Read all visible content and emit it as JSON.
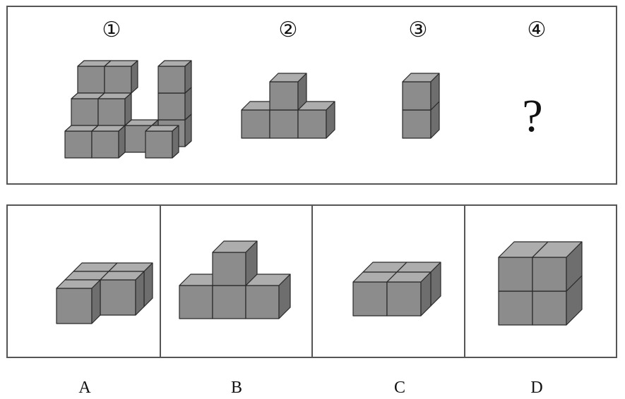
{
  "question_panel": {
    "figures": [
      {
        "number": "①",
        "icon": "cube-stack-figure-1"
      },
      {
        "number": "②",
        "icon": "cube-stack-figure-2"
      },
      {
        "number": "③",
        "icon": "cube-stack-figure-3"
      },
      {
        "number": "④",
        "symbol": "?"
      }
    ]
  },
  "options_panel": {
    "options": [
      {
        "label": "A",
        "icon": "cube-stack-option-a"
      },
      {
        "label": "B",
        "icon": "cube-stack-option-b"
      },
      {
        "label": "C",
        "icon": "cube-stack-option-c"
      },
      {
        "label": "D",
        "icon": "cube-stack-option-d"
      }
    ]
  },
  "colors": {
    "cube_front": "#8c8c8c",
    "cube_top": "#adadad",
    "cube_side": "#6e6e6e",
    "cube_edge": "#2a2a2a",
    "frame": "#555555"
  }
}
